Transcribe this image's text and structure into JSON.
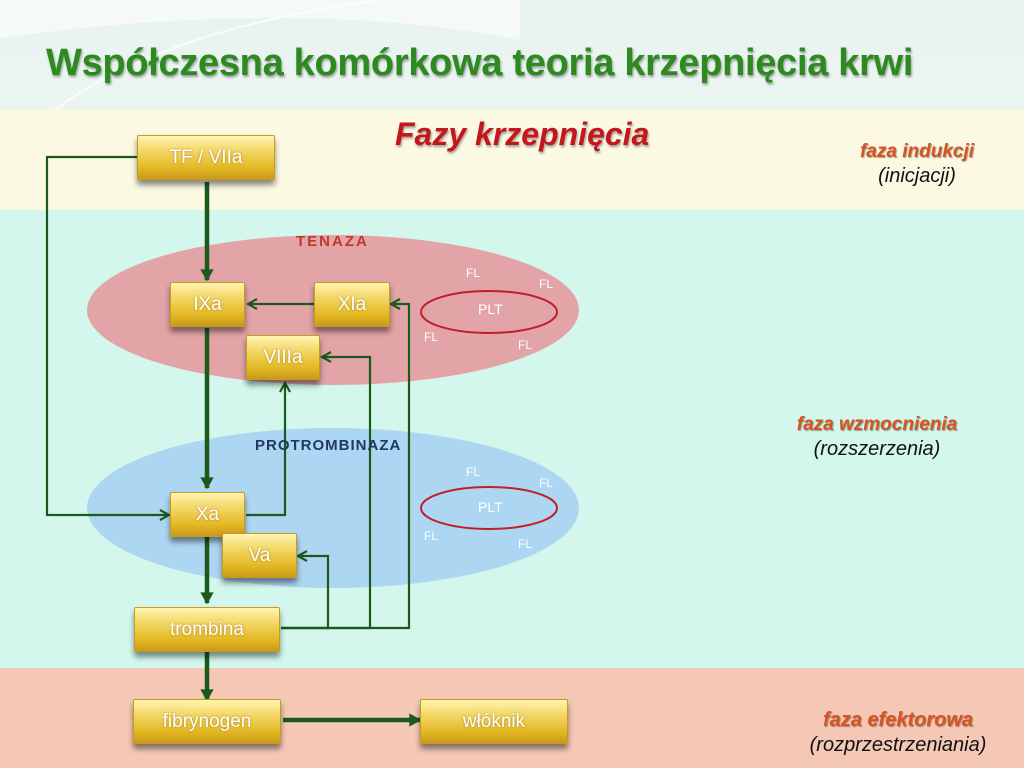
{
  "slide": {
    "title": "Współczesna komórkowa teoria krzepnięcia krwi",
    "subtitle": "Fazy krzepnięcia"
  },
  "phases": {
    "induction": {
      "name": "faza indukcji",
      "sub": "(inicjacji)"
    },
    "amplification": {
      "name": "faza wzmocnienia",
      "sub": "(rozszerzenia)"
    },
    "effector": {
      "name": "faza efektorowa",
      "sub": "(rozprzestrzeniania)"
    }
  },
  "complexes": {
    "tenase": {
      "label": "TENAZA",
      "color": "#c0392b"
    },
    "prothrombinase": {
      "label": "PROTROMBINAZA",
      "color": "#1f3864"
    }
  },
  "factors": {
    "tf_viia": "TF / VIIa",
    "ixa": "IXa",
    "xia": "XIa",
    "viiia": "VIIIa",
    "xa": "Xa",
    "va": "Va",
    "trombina": "trombina",
    "fibrynogen": "fibrynogen",
    "wloknik": "włóknik"
  },
  "platelet": {
    "plt": "PLT",
    "fl": "FL"
  },
  "colors": {
    "title": "#2d8a1f",
    "subtitle": "#c4161c",
    "phase_name": "#d9531e",
    "arrow": "#1c5a1c",
    "tenase_ellipse": "#e39aa0",
    "prothrombinase_ellipse": "#a9d2f3",
    "factor_box": "#f3d666"
  }
}
